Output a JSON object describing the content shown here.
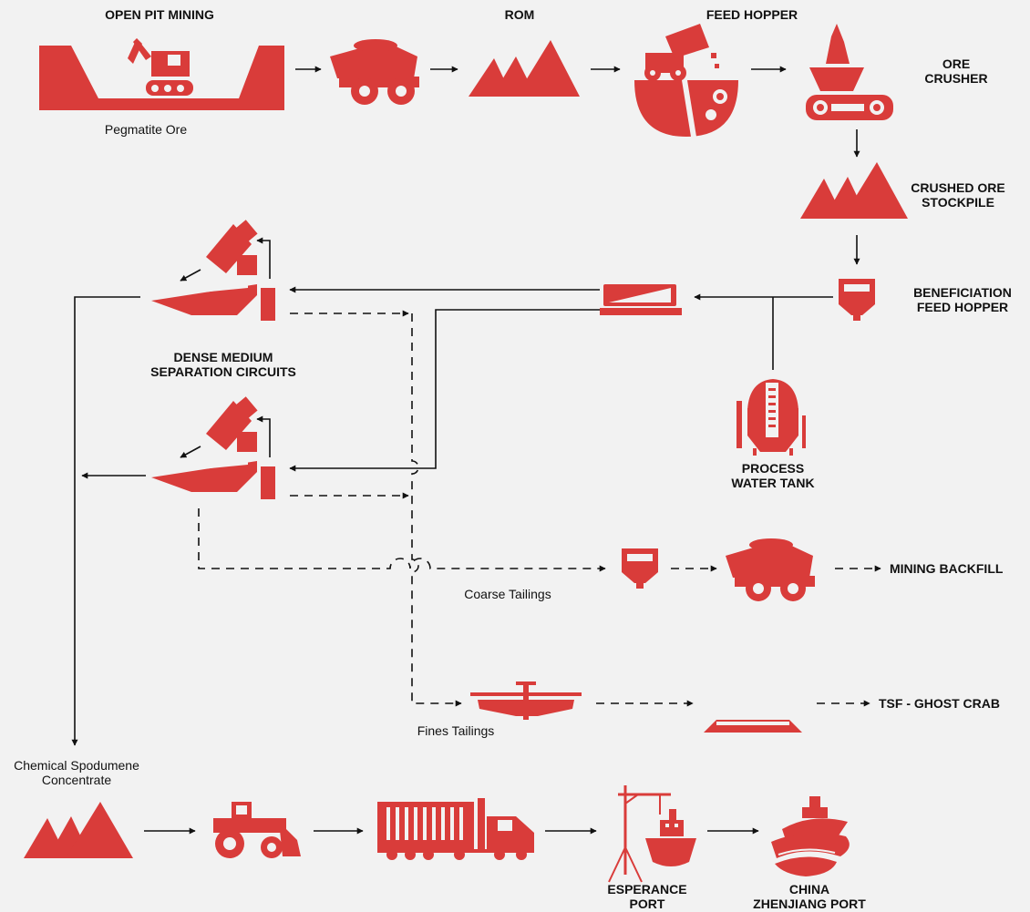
{
  "colors": {
    "icon": "#d93c3a",
    "line": "#111111",
    "background": "#f2f2f2"
  },
  "labels": {
    "open_pit_mining": "OPEN PIT MINING",
    "rom": "ROM",
    "feed_hopper": "FEED HOPPER",
    "ore_crusher": [
      "ORE",
      "CRUSHER"
    ],
    "pegmatite_ore": "Pegmatite Ore",
    "crushed_ore_stockpile": [
      "CRUSHED ORE",
      "STOCKPILE"
    ],
    "beneficiation_feed_hopper": [
      "BENEFICIATION",
      "FEED HOPPER"
    ],
    "dense_medium_separation": [
      "DENSE MEDIUM",
      "SEPARATION CIRCUITS"
    ],
    "process_water_tank": [
      "PROCESS",
      "WATER TANK"
    ],
    "mining_backfill": "MINING BACKFILL",
    "coarse_tailings": "Coarse Tailings",
    "tsf_ghost_crab": "TSF - GHOST CRAB",
    "fines_tailings": "Fines Tailings",
    "chemical_spodumene_concentrate": [
      "Chemical Spodumene",
      "Concentrate"
    ],
    "esperance_port": [
      "ESPERANCE",
      "PORT"
    ],
    "china_zhenjiang_port": [
      "CHINA",
      "ZHENJIANG PORT"
    ]
  },
  "icons": [
    "open-pit-excavator-icon",
    "haul-truck-icon",
    "rom-stockpile-icon",
    "feed-hopper-icon",
    "ore-crusher-icon",
    "crushed-ore-stockpile-icon",
    "beneficiation-hopper-icon",
    "screen-icon",
    "process-water-tank-icon",
    "dms-circuit-icon",
    "backfill-hopper-icon",
    "backfill-truck-icon",
    "fines-thickener-icon",
    "tsf-icon",
    "concentrate-stockpile-icon",
    "front-end-loader-icon",
    "road-train-icon",
    "esperance-port-icon",
    "ship-icon"
  ]
}
